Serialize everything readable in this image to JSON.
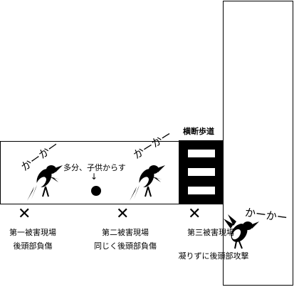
{
  "crosswalk_label": "横断歩道",
  "crow_calls": {
    "left": "かーかー",
    "middle": "かーかー",
    "right": "かーかー"
  },
  "child_note": {
    "text": "多分、子供からす",
    "arrow": "↓"
  },
  "scenes": [
    {
      "line1": "第一被害現場",
      "line2": "後頭部負傷"
    },
    {
      "line1": "第二被害現場",
      "line2": "同じく後頭部負傷"
    },
    {
      "line1": "第三被害現場",
      "line2": "凝りずに後頭部攻撃"
    }
  ],
  "markers": {
    "cross": "✕",
    "crow_icon": "crow-icon",
    "child_crow_icon": "dot-icon"
  },
  "colors": {
    "ink": "#000000",
    "paper": "#ffffff"
  }
}
